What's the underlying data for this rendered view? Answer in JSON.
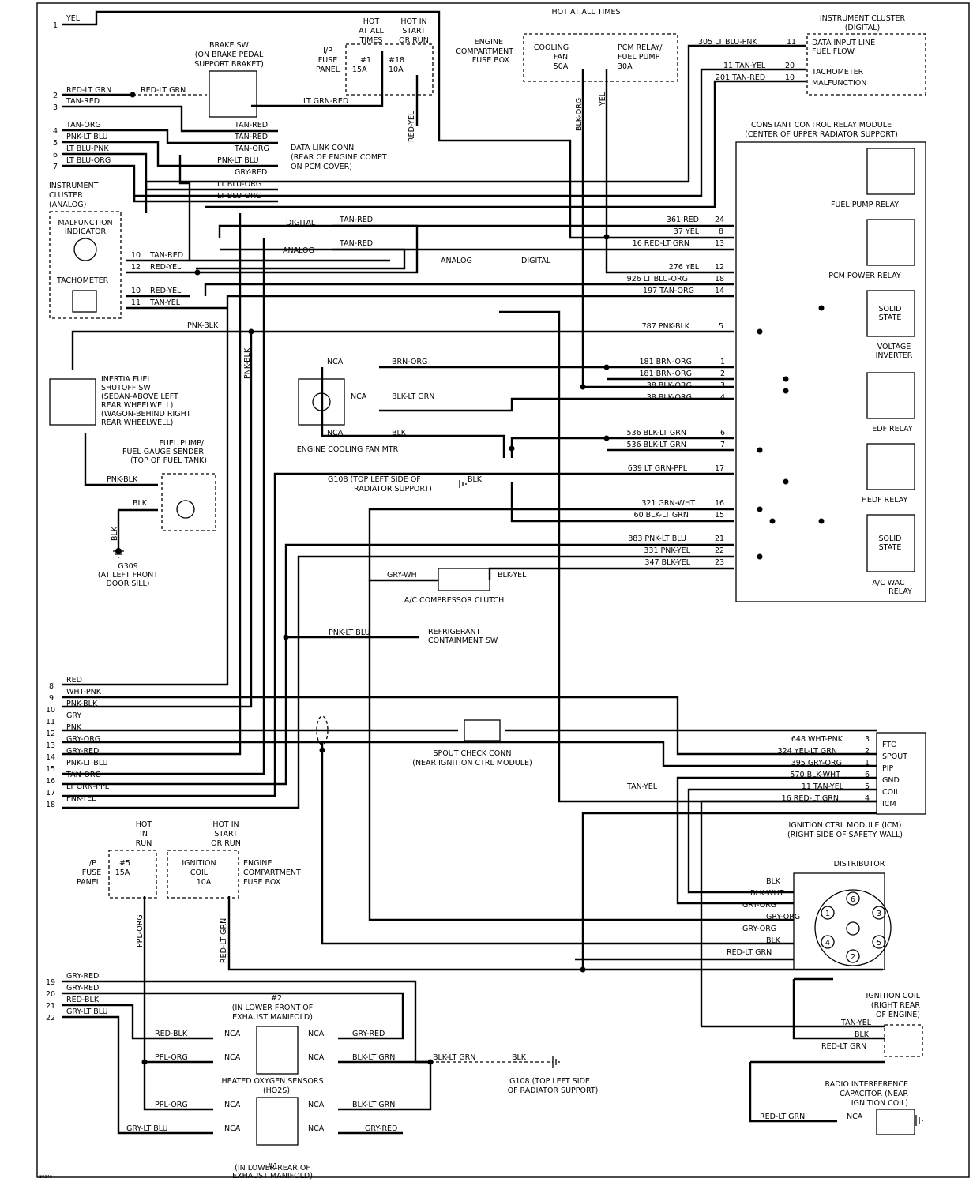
{
  "left_pins": [
    {
      "n": "1",
      "label": "YEL"
    },
    {
      "n": "2",
      "label": "RED-LT GRN"
    },
    {
      "n": "3",
      "label": "TAN-RED"
    },
    {
      "n": "4",
      "label": "TAN-ORG"
    },
    {
      "n": "5",
      "label": "PNK-LT BLU"
    },
    {
      "n": "6",
      "label": "LT BLU-PNK"
    },
    {
      "n": "7",
      "label": "LT BLU-ORG"
    },
    {
      "n": "8",
      "label": "RED"
    },
    {
      "n": "9",
      "label": "WHT-PNK"
    },
    {
      "n": "10",
      "label": "PNK-BLK"
    },
    {
      "n": "11",
      "label": "GRY"
    },
    {
      "n": "12",
      "label": "PNK"
    },
    {
      "n": "13",
      "label": "GRY-ORG"
    },
    {
      "n": "14",
      "label": "GRY-RED"
    },
    {
      "n": "15",
      "label": "PNK-LT BLU"
    },
    {
      "n": "16",
      "label": "TAN-ORG"
    },
    {
      "n": "17",
      "label": "LT GRN-PPL"
    },
    {
      "n": "18",
      "label": "PNK-YEL"
    },
    {
      "n": "19",
      "label": "GRY-RED"
    },
    {
      "n": "20",
      "label": "GRY-RED"
    },
    {
      "n": "21",
      "label": "RED-BLK"
    },
    {
      "n": "22",
      "label": "GRY-LT BLU"
    }
  ],
  "relay_pins": [
    {
      "n": "24",
      "label": "361 RED"
    },
    {
      "n": "8",
      "label": "37 YEL"
    },
    {
      "n": "13",
      "label": "16 RED-LT GRN"
    },
    {
      "n": "12",
      "label": "276 YEL"
    },
    {
      "n": "18",
      "label": "926 LT BLU-ORG"
    },
    {
      "n": "14",
      "label": "197 TAN-ORG"
    },
    {
      "n": "5",
      "label": "787 PNK-BLK"
    },
    {
      "n": "1",
      "label": "181 BRN-ORG"
    },
    {
      "n": "2",
      "label": "181 BRN-ORG"
    },
    {
      "n": "3",
      "label": "38 BLK-ORG"
    },
    {
      "n": "4",
      "label": "38 BLK-ORG"
    },
    {
      "n": "6",
      "label": "536 BLK-LT GRN"
    },
    {
      "n": "7",
      "label": "536 BLK-LT GRN"
    },
    {
      "n": "17",
      "label": "639 LT GRN-PPL"
    },
    {
      "n": "16",
      "label": "321 GRN-WHT"
    },
    {
      "n": "15",
      "label": "60 BLK-LT GRN"
    },
    {
      "n": "21",
      "label": "883 PNK-LT BLU"
    },
    {
      "n": "22",
      "label": "331 PNK-YEL"
    },
    {
      "n": "23",
      "label": "347 BLK-YEL"
    }
  ],
  "icm_pins": [
    {
      "n": "3",
      "label": "648 WHT-PNK",
      "name": "FTO"
    },
    {
      "n": "2",
      "label": "324 YEL-LT GRN",
      "name": "SPOUT"
    },
    {
      "n": "1",
      "label": "395 GRY-ORG",
      "name": "PIP"
    },
    {
      "n": "6",
      "label": "570 BLK-WHT",
      "name": "GND"
    },
    {
      "n": "5",
      "label": "11 TAN-YEL",
      "name": "COIL"
    },
    {
      "n": "4",
      "label": "16 RED-LT GRN",
      "name": "ICM"
    }
  ],
  "cluster_digital": {
    "title": [
      "INSTRUMENT CLUSTER",
      "(DIGITAL)"
    ],
    "items": [
      "DATA INPUT LINE",
      "FUEL FLOW",
      "TACHOMETER",
      "MALFUNCTION"
    ],
    "wires": [
      {
        "n": "11",
        "label": "305 LT BLU-PNK"
      },
      {
        "n": "20",
        "label": "11 TAN-YEL"
      },
      {
        "n": "10",
        "label": "201 TAN-RED"
      }
    ]
  },
  "cluster_analog": {
    "title": [
      "INSTRUMENT",
      "CLUSTER",
      "(ANALOG)"
    ],
    "malfunction": [
      "MALFUNCTION",
      "INDICATOR"
    ],
    "tach": "TACHOMETER",
    "wires": [
      {
        "n": "10",
        "label": "TAN-RED"
      },
      {
        "n": "12",
        "label": "RED-YEL"
      },
      {
        "n": "10",
        "label": "RED-YEL"
      },
      {
        "n": "11",
        "label": "TAN-YEL"
      }
    ]
  },
  "top_labels": {
    "hot_at_all_times": [
      "HOT",
      "AT ALL",
      "TIMES"
    ],
    "hot_start_run": [
      "HOT IN",
      "START",
      "OR RUN"
    ],
    "ip_fuse_panel": [
      "I/P",
      "FUSE",
      "PANEL"
    ],
    "fuse1": [
      "#1",
      "15A"
    ],
    "fuse18": [
      "#18",
      "10A"
    ],
    "hot_all_times_top": "HOT AT ALL TIMES",
    "engine_fuse_box": [
      "ENGINE",
      "COMPARTMENT",
      "FUSE BOX"
    ],
    "cooling_fan": [
      "COOLING",
      "FAN",
      "50A"
    ],
    "pcm_relay_fuse": [
      "PCM RELAY/",
      "FUEL PUMP",
      "30A"
    ],
    "brake_sw": [
      "BRAKE SW",
      "(ON BRAKE PEDAL",
      "SUPPORT BRAKET)"
    ],
    "data_link": [
      "DATA LINK CONN",
      "(REAR OF ENGINE COMPT",
      "ON PCM COVER)"
    ],
    "ccrm": [
      "CONSTANT CONTROL RELAY MODULE",
      "(CENTER OF UPPER RADIATOR SUPPORT)"
    ]
  },
  "wire_labels": {
    "yel": "YEL",
    "red_lt_grn": "RED-LT GRN",
    "lt_grn_red": "LT GRN-RED",
    "red_yel": "RED-YEL",
    "blk_org": "BLK-ORG",
    "yel2": "YEL",
    "tan_red": "TAN-RED",
    "tan_org": "TAN-ORG",
    "pnk_lt_blu": "PNK-LT BLU",
    "gry_red": "GRY-RED",
    "lt_blu_org": "LT BLU-ORG",
    "digital": "DIGITAL",
    "analog": "ANALOG",
    "pnk_blk": "PNK-BLK",
    "nca": "NCA",
    "brn_org": "BRN-ORG",
    "blk_lt_grn": "BLK-LT GRN",
    "blk": "BLK",
    "gry_wht": "GRY-WHT",
    "blk_yel": "BLK-YEL",
    "tan_yel": "TAN-YEL",
    "ppl_org": "PPL-ORG",
    "red_blk": "RED-BLK",
    "gry_lt_blu": "GRY-LT BLU",
    "blk_wht": "BLK-WHT",
    "gry_org": "GRY-ORG"
  },
  "relay_labels": {
    "fuel_pump": "FUEL PUMP RELAY",
    "pcm_power": "PCM POWER RELAY",
    "solid_state": [
      "SOLID",
      "STATE"
    ],
    "voltage_inverter": [
      "VOLTAGE",
      "INVERTER"
    ],
    "edf": "EDF RELAY",
    "hedf": "HEDF RELAY",
    "ac_wac": [
      "A/C WAC",
      "RELAY"
    ]
  },
  "components": {
    "inertia": [
      "INERTIA FUEL",
      "SHUTOFF SW",
      "(SEDAN-ABOVE LEFT",
      "REAR WHEELWELL)",
      "(WAGON-BEHIND RIGHT",
      "REAR WHEELWELL)"
    ],
    "fuel_pump": [
      "FUEL PUMP/",
      "FUEL GAUGE SENDER",
      "(TOP OF FUEL TANK)"
    ],
    "g309": [
      "G309",
      "(AT LEFT FRONT",
      "DOOR SILL)"
    ],
    "fan_motor": "ENGINE COOLING FAN MTR",
    "g108": [
      "G108 (TOP LEFT SIDE OF",
      "RADIATOR SUPPORT)"
    ],
    "ac_clutch": "A/C COMPRESSOR CLUTCH",
    "refrig": [
      "REFRIGERANT",
      "CONTAINMENT SW"
    ],
    "spout": [
      "SPOUT CHECK CONN",
      "(NEAR IGNITION CTRL MODULE)"
    ],
    "icm": [
      "IGNITION CTRL MODULE (ICM)",
      "(RIGHT SIDE OF SAFETY WALL)"
    ],
    "distributor": "DISTRIBUTOR",
    "dist_nums": [
      "1",
      "2",
      "3",
      "4",
      "5",
      "6"
    ],
    "hot_in_run": [
      "HOT",
      "IN",
      "RUN"
    ],
    "hot_start_run2": [
      "HOT IN",
      "START",
      "OR RUN"
    ],
    "fuse5": [
      "#5",
      "15A"
    ],
    "ign_coil_fuse": [
      "IGNITION",
      "COIL",
      "10A"
    ],
    "ign_coil": [
      "IGNITION COIL",
      "(RIGHT REAR",
      "OF ENGINE)"
    ],
    "capacitor": [
      "RADIO INTERFERENCE",
      "CAPACITOR (NEAR",
      "IGNITION COIL)"
    ],
    "sensor2": [
      "#2",
      "(IN LOWER FRONT OF",
      "EXHAUST MANIFOLD)"
    ],
    "sensor1": [
      "#1",
      "(IN LOWER REAR OF",
      "EXHAUST MANIFOLD)"
    ],
    "ho2s": "HEATED OXYGEN SENSORS",
    "ho2s2": "(HO2S)",
    "g108b": [
      "G108 (TOP LEFT SIDE",
      "OF RADIATOR SUPPORT)"
    ],
    "corner_id": "98346"
  }
}
